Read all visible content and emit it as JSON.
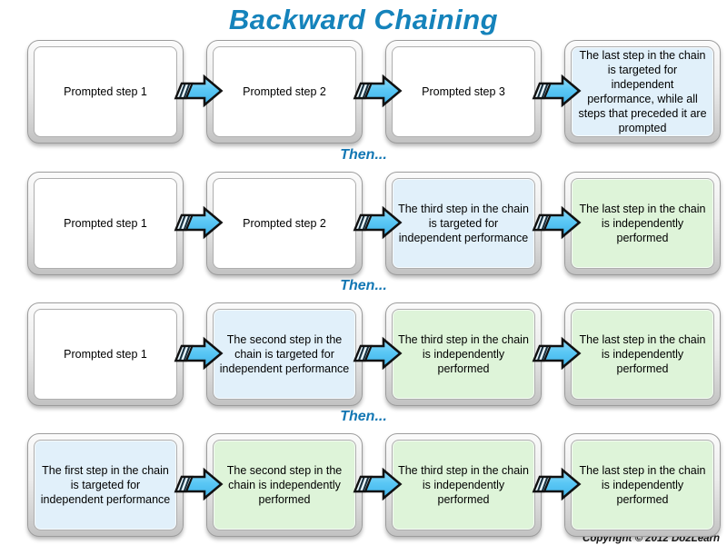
{
  "title": "Backward Chaining",
  "then_label": "Then...",
  "copyright": "Copyright © 2012 Do2Learn",
  "colors": {
    "title_blue": "#1583BB",
    "then_blue": "#1377B4",
    "arrow_blue": "#5BC8F5",
    "arrow_outline": "#111111",
    "box_white": "#FFFFFF",
    "box_blue": "#E1F0FA",
    "box_green": "#DEF4D9"
  },
  "rows": [
    {
      "boxes": [
        {
          "text": "Prompted step 1",
          "type": "white"
        },
        {
          "text": "Prompted step 2",
          "type": "white"
        },
        {
          "text": "Prompted step 3",
          "type": "white"
        },
        {
          "text": "The last step in the chain is targeted for independent performance, while all steps that preceded it are prompted",
          "type": "blue"
        }
      ]
    },
    {
      "boxes": [
        {
          "text": "Prompted step 1",
          "type": "white"
        },
        {
          "text": "Prompted step 2",
          "type": "white"
        },
        {
          "text": "The third step in the chain is targeted for independent performance",
          "type": "blue"
        },
        {
          "text": "The last step in the chain is independently performed",
          "type": "green"
        }
      ]
    },
    {
      "boxes": [
        {
          "text": "Prompted step 1",
          "type": "white"
        },
        {
          "text": "The second step in the chain is targeted for independent performance",
          "type": "blue"
        },
        {
          "text": "The third step in the chain is independently performed",
          "type": "green"
        },
        {
          "text": "The last step in the chain is independently performed",
          "type": "green"
        }
      ]
    },
    {
      "boxes": [
        {
          "text": "The first step in the chain is targeted for independent performance",
          "type": "blue"
        },
        {
          "text": "The second step in the chain is independently performed",
          "type": "green"
        },
        {
          "text": "The third step in the chain is independently performed",
          "type": "green"
        },
        {
          "text": "The last step in the chain is independently performed",
          "type": "green"
        }
      ]
    }
  ]
}
